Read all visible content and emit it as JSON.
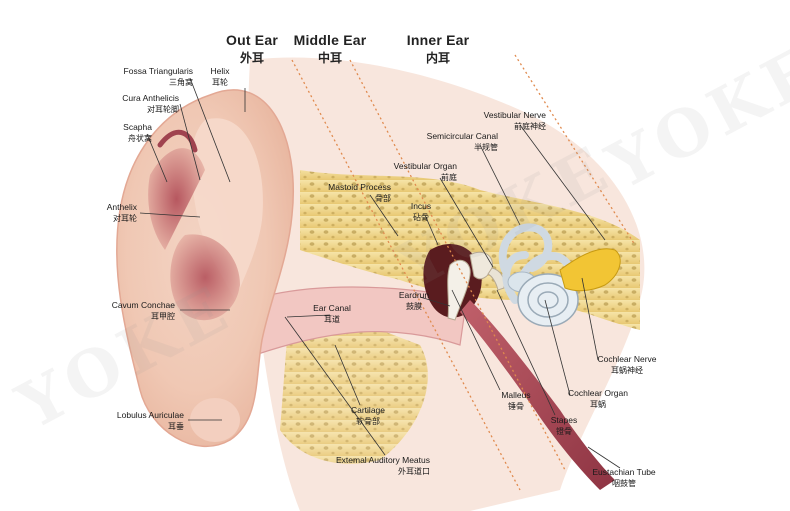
{
  "headers": {
    "outer": {
      "en": "Out Ear",
      "zh": "外耳"
    },
    "middle": {
      "en": "Middle Ear",
      "zh": "中耳"
    },
    "inner": {
      "en": "Inner Ear",
      "zh": "内耳"
    }
  },
  "watermarks": [
    "YOKE",
    "YOKE",
    "YOKE"
  ],
  "labels": {
    "fossa_triangularis": {
      "en": "Fossa Triangularis",
      "zh": "三角窝"
    },
    "helix": {
      "en": "Helix",
      "zh": "耳轮"
    },
    "cura_anthelicis": {
      "en": "Cura Anthelicis",
      "zh": "对耳轮脚"
    },
    "scapha": {
      "en": "Scapha",
      "zh": "舟状窝"
    },
    "anthelix": {
      "en": "Anthelix",
      "zh": "对耳轮"
    },
    "cavum_conchae": {
      "en": "Cavum Conchae",
      "zh": "耳甲腔"
    },
    "lobulus_auriculae": {
      "en": "Lobulus Auriculae",
      "zh": "耳垂"
    },
    "mastoid_process": {
      "en": "Mastoid Process",
      "zh": "骨部"
    },
    "ear_canal": {
      "en": "Ear Canal",
      "zh": "耳道"
    },
    "cartilage": {
      "en": "Cartilage",
      "zh": "软骨部"
    },
    "external_auditory_meatus": {
      "en": "Extemal Auditory Meatus",
      "zh": "外耳道口"
    },
    "vestibular_nerve": {
      "en": "Vestibular Nerve",
      "zh": "前庭神经"
    },
    "semicircular_canal": {
      "en": "Semicircular Canal",
      "zh": "半规管"
    },
    "vestibular_organ": {
      "en": "Vestibular Organ",
      "zh": "前庭"
    },
    "incus": {
      "en": "Incus",
      "zh": "砧骨"
    },
    "eardrum": {
      "en": "Eardrun",
      "zh": "鼓膜"
    },
    "malleus": {
      "en": "Malleus",
      "zh": "锤骨"
    },
    "stapes": {
      "en": "Stapes",
      "zh": "镫骨"
    },
    "cochlear_organ": {
      "en": "Cochlear Organ",
      "zh": "耳蜗"
    },
    "cochlear_nerve": {
      "en": "Cochlear Nerve",
      "zh": "耳蜗神经"
    },
    "eustachian_tube": {
      "en": "Eustachian Tube",
      "zh": "咽鼓管"
    }
  }
}
